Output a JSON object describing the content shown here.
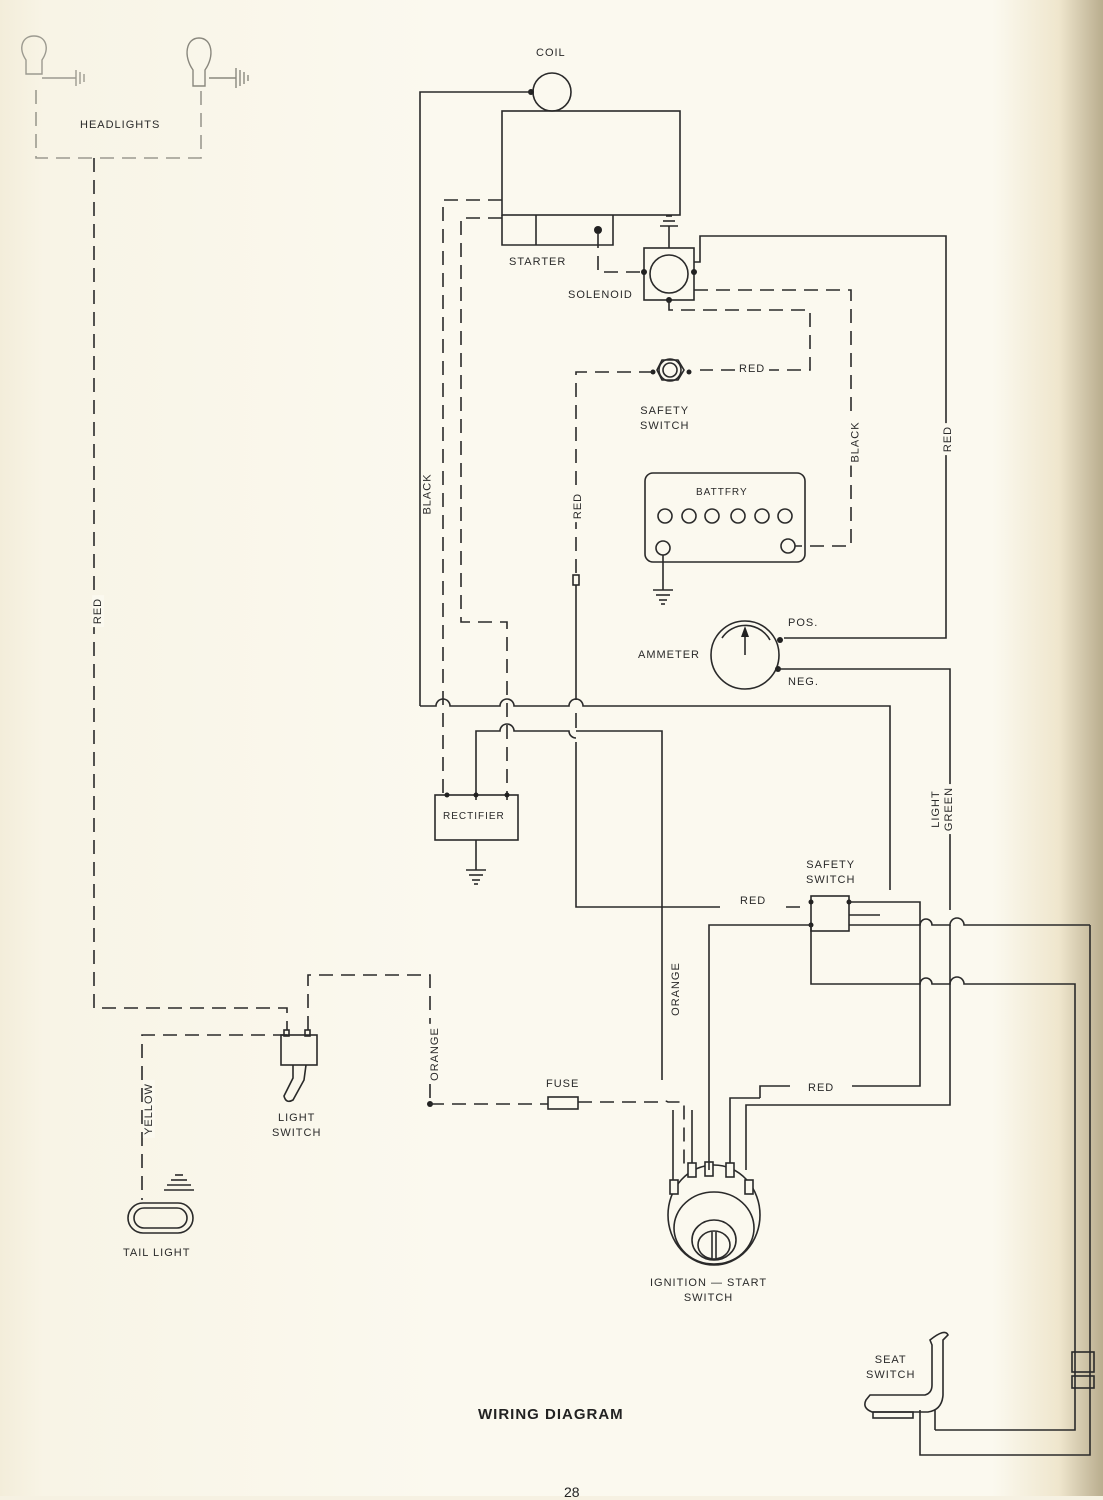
{
  "diagram": {
    "title": "WIRING DIAGRAM",
    "page_number": "28",
    "components": {
      "headlights": "HEADLIGHTS",
      "coil": "COIL",
      "starter": "STARTER",
      "solenoid": "SOLENOID",
      "safety_switch_top_line1": "SAFETY",
      "safety_switch_top_line2": "SWITCH",
      "battery": "BATTFRY",
      "ammeter": "AMMETER",
      "ammeter_pos": "POS.",
      "ammeter_neg": "NEG.",
      "rectifier": "RECTIFIER",
      "safety_switch_mid_line1": "SAFETY",
      "safety_switch_mid_line2": "SWITCH",
      "light_switch_line1": "LIGHT",
      "light_switch_line2": "SWITCH",
      "tail_light": "TAIL LIGHT",
      "fuse": "FUSE",
      "ignition_line1": "IGNITION  —  START",
      "ignition_line2": "SWITCH",
      "seat_switch_line1": "SEAT",
      "seat_switch_line2": "SWITCH"
    },
    "wire_labels": {
      "headlight_feed": "RED",
      "coil_black": "BLACK",
      "safety_feed_red": "RED",
      "safety_to_solenoid_red": "RED",
      "battery_black": "BLACK",
      "solenoid_to_ammeter_red": "RED",
      "ammeter_light_green_line1": "LIGHT",
      "ammeter_light_green_line2": "GREEN",
      "safety_switch_red": "RED",
      "ignition_orange": "ORANGE",
      "light_switch_orange": "ORANGE",
      "tail_light_yellow": "YELLOW",
      "ignition_red": "RED"
    }
  }
}
